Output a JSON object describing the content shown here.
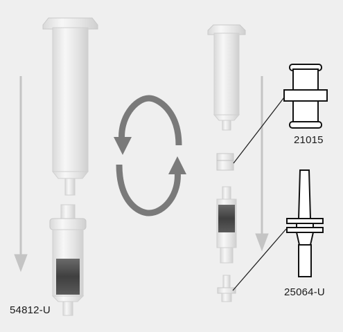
{
  "labels": {
    "left_part": "54812-U",
    "adapter_top": "21015",
    "adapter_bottom": "25064-U"
  },
  "colors": {
    "background": "#efefef",
    "plastic": "#e6e6e6",
    "sorbent": "#555555",
    "arrow": "#bdbdbd",
    "cycle_arrow": "#7a7a7a",
    "line": "#222222"
  }
}
